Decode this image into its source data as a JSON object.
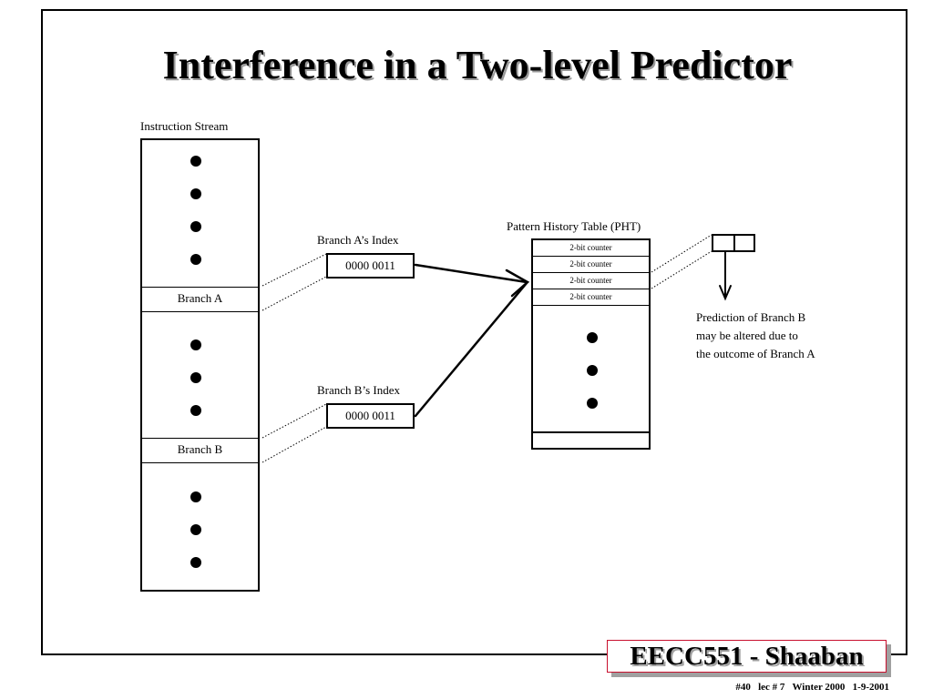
{
  "slide": {
    "title": "Interference in a Two-level Predictor",
    "instruction_stream": {
      "label": "Instruction Stream",
      "branch_a": "Branch A",
      "branch_b": "Branch B"
    },
    "branch_a_index": {
      "label": "Branch A’s Index",
      "value": "0000 0011"
    },
    "branch_b_index": {
      "label": "Branch B’s Index",
      "value": "0000 0011"
    },
    "pht": {
      "label": "Pattern History Table (PHT)",
      "rows": [
        "2-bit counter",
        "2-bit counter",
        "2-bit counter",
        "2-bit counter"
      ]
    },
    "prediction_note": {
      "line1": "Prediction of Branch B",
      "line2": "may be altered due to",
      "line3": "the outcome of Branch A"
    },
    "brand": "EECC551 - Shaaban",
    "footer": "#40   lec # 7   Winter 2000   1-9-2001"
  }
}
